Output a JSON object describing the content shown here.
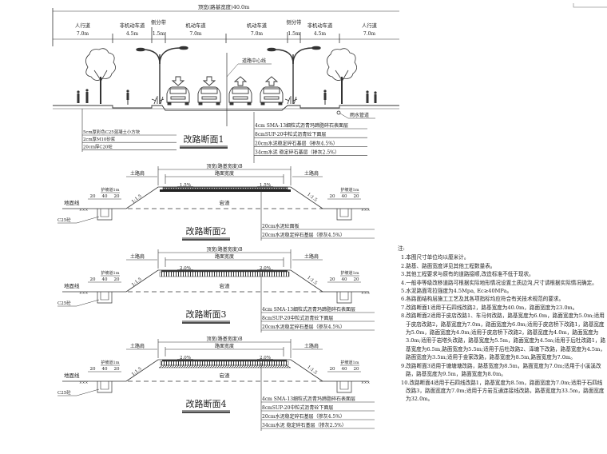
{
  "section1": {
    "total_width_label": "顶宽(路基宽度)40.0m",
    "lanes": [
      {
        "name": "人行道",
        "width": "7.0m"
      },
      {
        "name": "非机动车道",
        "width": "4.5m"
      },
      {
        "name": "侧分带",
        "width": "1.5m"
      },
      {
        "name": "机动车道",
        "width": "7.0m"
      },
      {
        "name": "机动车道",
        "width": "7.0m"
      },
      {
        "name": "侧分带",
        "width": "1.5m"
      },
      {
        "name": "非机动车道",
        "width": "4.5m"
      },
      {
        "name": "人行道",
        "width": "7.0m"
      }
    ],
    "centerline_label": "道路中心线",
    "drain_label": "雨水管道",
    "sidewalk_layers": [
      "5cm厚彩色C25混凝土小方块",
      "2cm厚M10砂浆",
      "20cm厚C20砼"
    ],
    "road_layers": [
      "4cm SMA-13细粒式沥青玛蹄脂碎石表面层",
      "8cmSUP-20中粒式沥青砼下面层",
      "20cm水泥稳定碎石基层（掺灰4.5%）",
      "34cm水泥 稳定碎石基层（掺灰2.5%）"
    ],
    "title": "改路断面1"
  },
  "section2": {
    "top_width_label": "顶宽(路基宽度)B",
    "pavement_width_label": "路面宽度",
    "shoulder_label": "土路肩",
    "slope_left": "1.5%",
    "slope_right": "1.5%",
    "side_slope": "1:1.5",
    "berm_label": "护坡道1m",
    "ditch_dims": [
      "20",
      "40",
      "20"
    ],
    "ground_label": "地面线",
    "fill_label": "宕渣",
    "concrete_label": "C25砼",
    "layers": [
      "20cm水泥砼面板",
      "20cm水泥稳定碎石基层（掺灰4.5%）"
    ],
    "title": "改路断面2"
  },
  "section3": {
    "top_width_label": "顶宽(路基宽度)B",
    "pavement_width_label": "路面宽度",
    "shoulder_label": "土路肩",
    "slope_left": "2.0%",
    "slope_right": "2.0%",
    "side_slope": "1:1.5",
    "berm_label": "护坡道1m",
    "ditch_dims": [
      "20",
      "40",
      "20"
    ],
    "ground_label": "地面线",
    "fill_label": "宕渣",
    "concrete_label": "C25砼",
    "layers": [
      "4cm SMA-13细粒式沥青玛蹄脂碎石表面层",
      "8cmSUP-20中粒式沥青砼下面层",
      "20cm水泥稳定碎石基层（掺灰4.5%）"
    ],
    "title": "改路断面3"
  },
  "section4": {
    "top_width_label": "顶宽(路基宽度)B",
    "pavement_width_label": "路面宽度",
    "shoulder_label": "土路肩",
    "slope_left": "2.0%",
    "slope_right": "2.0%",
    "side_slope": "1:1.5",
    "berm_label": "护坡道1m",
    "ditch_dims": [
      "20",
      "40",
      "20"
    ],
    "ground_label": "地面线",
    "fill_label": "宕渣",
    "concrete_label": "C25砼",
    "layers": [
      "4cm SMA-13细粒式沥青玛蹄脂碎石表面层",
      "8cmSUP-20中粒式沥青砼下面层",
      "20cm水泥稳定碎石基层（掺灰4.5%）",
      "34cm水泥 稳定碎石基层（掺灰2.5%）"
    ],
    "title": "改路断面4"
  },
  "notes": {
    "heading": "注:",
    "items": [
      "1.本图尺寸单位均以厘米计。",
      "2.路基、路面宽度详见其他工程数量表。",
      "3.其他工程要求与原有的道路接顺,改造标准不低于现状。",
      "4.一般非等级改移道路可根据实际地形情况设置土质边沟,尺寸请根据实际情况确定。",
      "5.水泥路面弯拉强度为4.5Mpa, Ec≥40MPa。",
      "6.各路面结构层施工工艺及其各项指标均应符合有关技术规范的要求。",
      "7.改路断面1适用于石四线改路2，路基宽度为40.0m，路面宽度为23.0m。",
      "8.改路断面2适用于皮店改路1、车马何改路，路基宽度为6.0m，路面宽度为5.0m;适用于皮店改路2，路基宽度为7.0m，路面宽度为6.0m;适用于皮店桥下改路1，路基宽度为5.0m，路面宽度为4.0m;适用于皮店桥下改路2，路基宽度为4.0m，路面宽度为3.0m;适用于岩塔头改路，路基宽度为5.5m，路面宽度为4.5m;适用于后杜改路1，路基宽度为6.5m,路面宽度为5.5m;适用于后杜改路2、泽塘下改路，路基宽度为4.5m，路面宽度为3.5m;适用于金家改路，路基宽度为8.5m,路面宽度为7.0m。",
      "9.改路断面3适用于塘塘塘改路，路基宽度为8.5m，路面宽度为7.0m;适用于小溪溪改路，路基宽度为9.5m，路面宽度为8.0m。",
      "10.改路断面4适用于石四线改路1，路基宽度为8.5m，路面宽度为7.0m;适用于石四线改路3，路面宽度为7.0m;适用于方岩互通连接线改路，路基宽度为33.5m，路面宽度为32.0m。"
    ]
  }
}
